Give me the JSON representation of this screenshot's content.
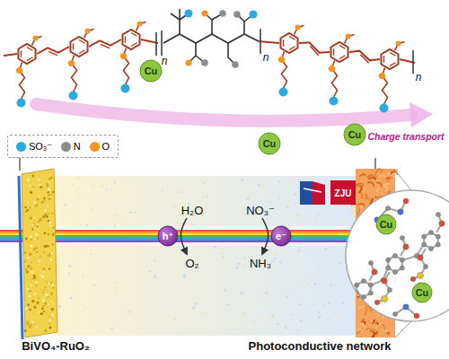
{
  "diagram": {
    "nodes": [
      {
        "text": [
          "Cu"
        ]
      },
      {
        "text": [
          "Cu"
        ]
      },
      {
        "text": [
          "Cu"
        ]
      },
      {
        "text": [
          "h⁺"
        ]
      },
      {
        "text": [
          "e⁻"
        ]
      },
      {
        "text": [
          "BiVO₄-RuO₂"
        ]
      },
      {
        "text": [
          "ZJU"
        ]
      },
      {
        "text": [
          "Photoconductive network"
        ]
      },
      {
        "text": [
          "Cu"
        ]
      },
      {
        "text": [
          "Cu"
        ]
      }
    ],
    "labels": [
      "n",
      "n",
      "n",
      "Charge transport",
      "H₂O",
      "O₂",
      "NO₃⁻",
      "NH₃"
    ],
    "legend": [
      {
        "text": "SO₃⁻",
        "color": "#29abe2"
      },
      {
        "text": "N",
        "color": "#8c8c8c"
      },
      {
        "text": "O",
        "color": "#f7931e"
      }
    ]
  }
}
